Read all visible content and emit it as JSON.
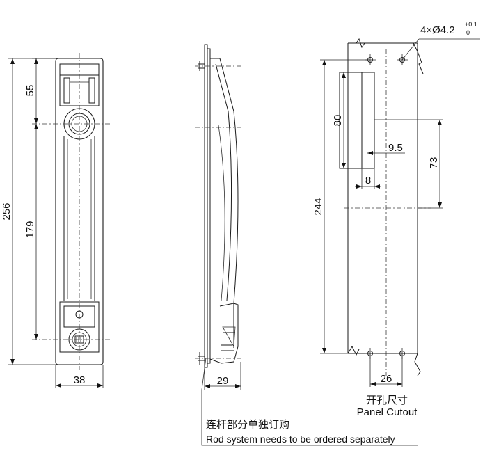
{
  "front_view": {
    "dim_total_height": "256",
    "dim_top_to_hole": "55",
    "dim_hole_to_hole": "179",
    "dim_width": "38"
  },
  "side_view": {
    "dim_depth": "29"
  },
  "cutout": {
    "dim_holes_main": "4×Ø4.2",
    "dim_holes_tol_upper": "+0.1",
    "dim_holes_tol_lower": "0",
    "dim_slot_height": "80",
    "dim_offset_small": "9.5",
    "dim_slot_width": "8",
    "dim_slot_to_center": "73",
    "dim_total_length": "244",
    "dim_hole_spacing": "26",
    "label_cn": "开孔尺寸",
    "label_en": "Panel Cutout"
  },
  "note": {
    "text_cn": "连杆部分单独订购",
    "text_en": "Rod system needs to be ordered separately"
  }
}
